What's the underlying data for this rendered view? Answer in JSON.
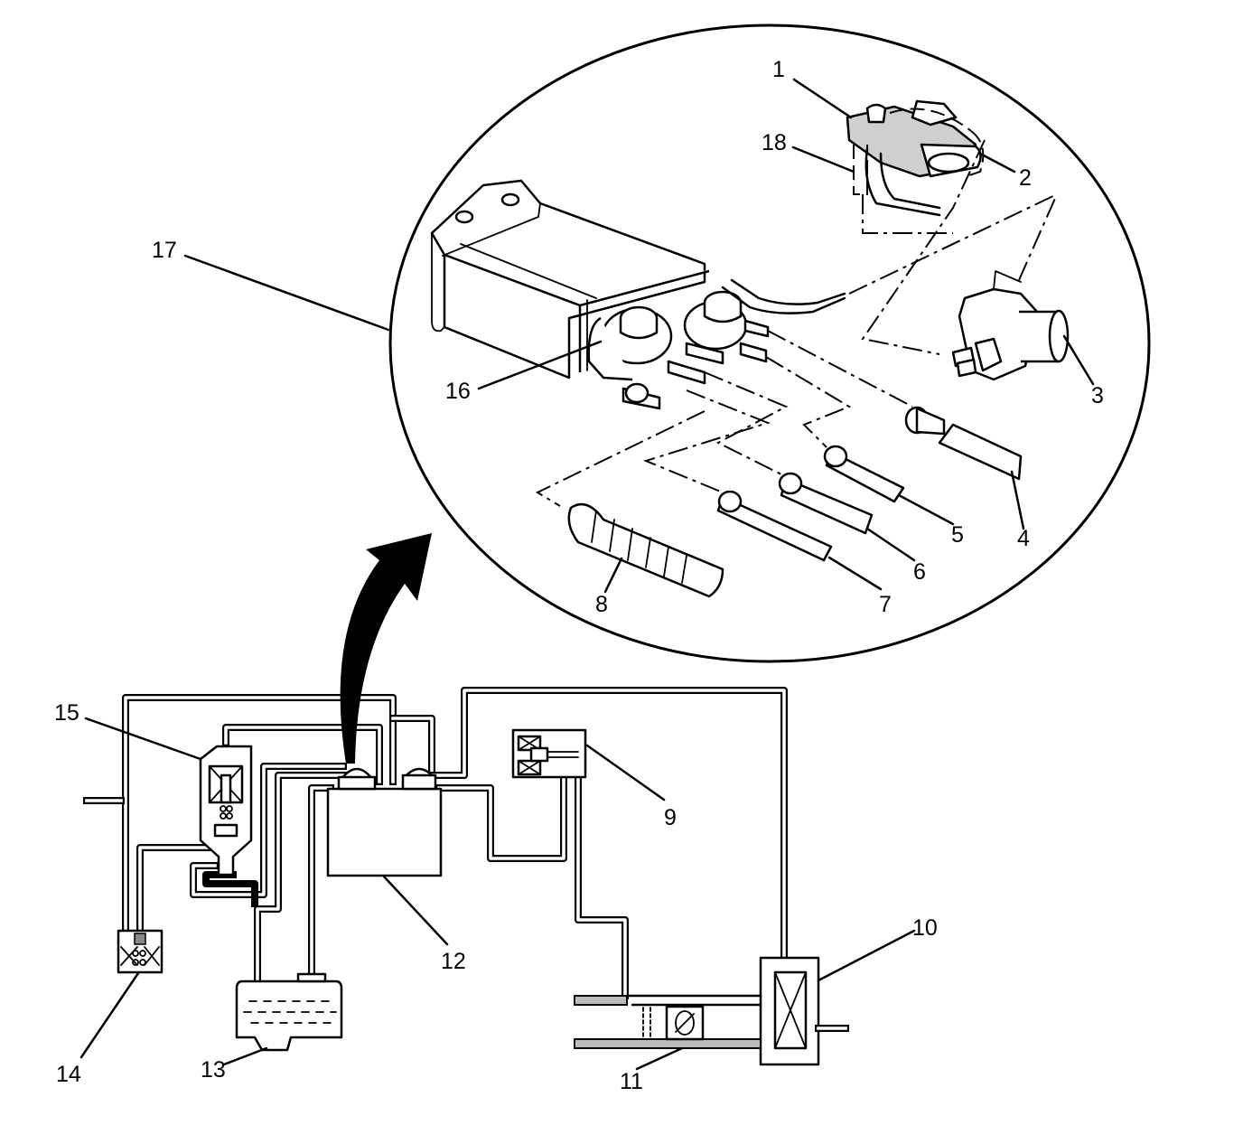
{
  "diagram": {
    "callouts": [
      {
        "id": "1",
        "text": "1"
      },
      {
        "id": "2",
        "text": "2"
      },
      {
        "id": "3",
        "text": "3"
      },
      {
        "id": "4",
        "text": "4"
      },
      {
        "id": "5",
        "text": "5"
      },
      {
        "id": "6",
        "text": "6"
      },
      {
        "id": "7",
        "text": "7"
      },
      {
        "id": "8",
        "text": "8"
      },
      {
        "id": "9",
        "text": "9"
      },
      {
        "id": "10",
        "text": "10"
      },
      {
        "id": "11",
        "text": "11"
      },
      {
        "id": "12",
        "text": "12"
      },
      {
        "id": "13",
        "text": "13"
      },
      {
        "id": "14",
        "text": "14"
      },
      {
        "id": "15",
        "text": "15"
      },
      {
        "id": "16",
        "text": "16"
      },
      {
        "id": "17",
        "text": "17"
      },
      {
        "id": "18",
        "text": "18"
      }
    ],
    "colors": {
      "ink": "#000000",
      "paper": "#ffffff",
      "shade": "#cfcfcf"
    }
  }
}
